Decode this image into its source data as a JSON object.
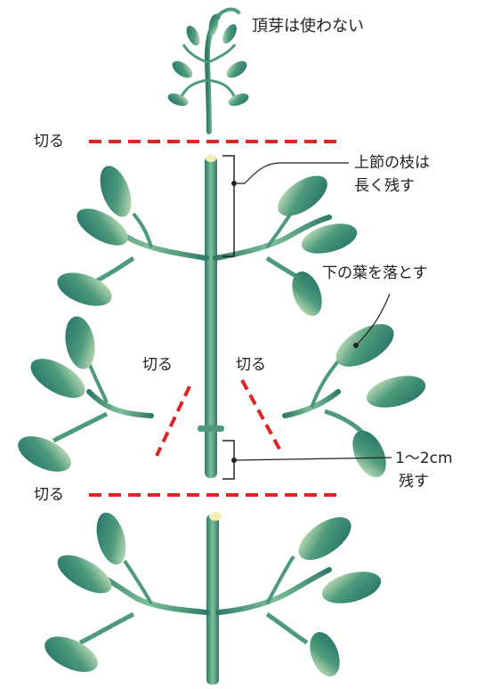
{
  "labels": {
    "apical_bud": "頂芽は使わない",
    "cut": "切る",
    "upper_node_line1": "上節の枝は",
    "upper_node_line2": "長く残す",
    "remove_lower_leaves": "下の葉を落とす",
    "stub_line1": "1～2cm",
    "stub_line2": "残す"
  },
  "colors": {
    "stem": "#3f8a75",
    "stem_light": "#a9d1a6",
    "leaf_dark": "#2a7a6c",
    "leaf_light": "#d9ecc1",
    "cut_line": "#e02424",
    "cut_face": "#f4f0b4",
    "text": "#222222"
  },
  "icons": [
    "plant-cutting-icon",
    "leaf-icon",
    "bracket-icon"
  ]
}
